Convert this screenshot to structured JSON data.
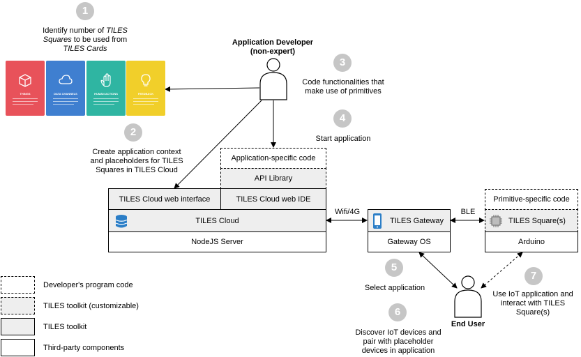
{
  "steps": {
    "s1": {
      "num": "1",
      "line1_a": "Identify number of ",
      "line1_b": "TILES",
      "line2_a": "Squares",
      "line2_b": " to be used from",
      "line3": "TILES Cards"
    },
    "s2": {
      "num": "2",
      "text": "Create application context\nand placeholders for TILES\nSquares in TILES Cloud"
    },
    "s3": {
      "num": "3",
      "text": "Code functionalities that\nmake use of primitives"
    },
    "s4": {
      "num": "4",
      "text": "Start application"
    },
    "s5": {
      "num": "5",
      "text": "Select application"
    },
    "s6": {
      "num": "6",
      "text": "Discover IoT devices and\npair with placeholder\ndevices in application"
    },
    "s7": {
      "num": "7",
      "text": "Use IoT application and\ninteract with TILES\nSquare(s)"
    }
  },
  "actors": {
    "developer": "Application Developer\n(non-expert)",
    "end_user": "End User"
  },
  "cards": [
    {
      "title": "THINGS",
      "color": "#e8525a",
      "icon": "cube-icon"
    },
    {
      "title": "DATA CHANNELS",
      "color": "#3f7fd0",
      "icon": "cloud-icon"
    },
    {
      "title": "HUMAN ACTIONS",
      "color": "#2fb5a2",
      "icon": "hand-icon"
    },
    {
      "title": "FEEDBACK",
      "color": "#f1cf2a",
      "icon": "lightbulb-icon"
    }
  ],
  "cloud": {
    "app_code": "Application-specific code",
    "api_library": "API Library",
    "web_interface": "TILES Cloud web interface",
    "web_ide": "TILES Cloud web IDE",
    "cloud": "TILES Cloud",
    "server": "NodeJS Server"
  },
  "gateway": {
    "gateway": "TILES Gateway",
    "os": "Gateway OS",
    "link": "Wifi/4G"
  },
  "square": {
    "primitive_code": "Primitive-specific code",
    "square": "TILES Square(s)",
    "arduino": "Arduino",
    "link": "BLE"
  },
  "legend": [
    {
      "label": "Developer's program code",
      "style": "dashed-white"
    },
    {
      "label": "TILES toolkit (customizable)",
      "style": "dashed-grey"
    },
    {
      "label": "TILES toolkit",
      "style": "solid-grey"
    },
    {
      "label": "Third-party components",
      "style": "solid-white"
    }
  ],
  "colors": {
    "component_fill": "#eeeeee",
    "step_circle": "#c6c6c6",
    "db_icon": "#2b7ec7",
    "phone_icon": "#2b7ec7"
  }
}
